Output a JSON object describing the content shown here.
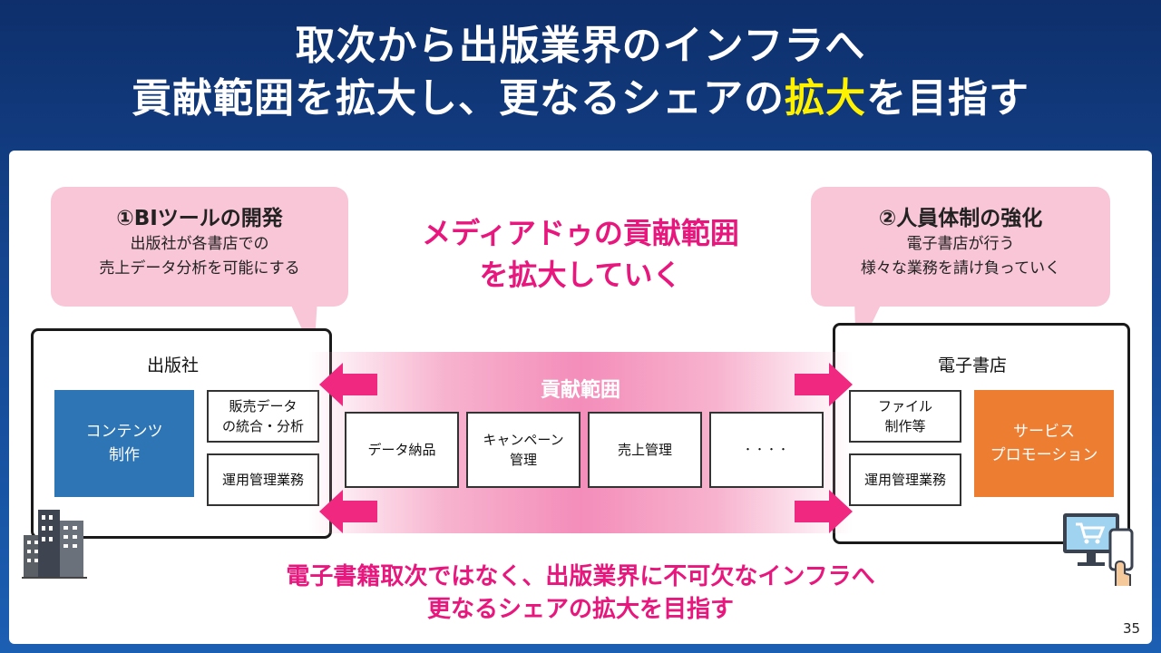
{
  "title": {
    "line1": "取次から出版業界のインフラへ",
    "line2_pre": "貢献範囲を拡大し、更なるシェアの",
    "line2_highlight": "拡大",
    "line2_post": "を目指す"
  },
  "bubble_left": {
    "heading": "①BIツールの開発",
    "line1": "出版社が各書店での",
    "line2": "売上データ分析を可能にする"
  },
  "bubble_right": {
    "heading": "②人員体制の強化",
    "line1": "電子書店が行う",
    "line2": "様々な業務を請け負っていく"
  },
  "center_head": {
    "line1": "メディアドゥの貢献範囲",
    "line2": "を拡大していく"
  },
  "publisher": {
    "label": "出版社",
    "main_line1": "コンテンツ",
    "main_line2": "制作",
    "box1_line1": "販売データ",
    "box1_line2": "の統合・分析",
    "box2": "運用管理業務"
  },
  "store": {
    "label": "電子書店",
    "main_line1": "サービス",
    "main_line2": "プロモーション",
    "box1_line1": "ファイル",
    "box1_line2": "制作等",
    "box2": "運用管理業務"
  },
  "contribution": {
    "label": "貢献範囲",
    "items": [
      "データ納品",
      "キャンペーン\n管理",
      "売上管理",
      "・・・・"
    ]
  },
  "bottom": {
    "line1": "電子書籍取次ではなく、出版業界に不可欠なインフラへ",
    "line2": "更なるシェアの拡大を目指す"
  },
  "page_number": "35",
  "colors": {
    "accent_pink": "#e8177d",
    "highlight_yellow": "#fff200",
    "bubble_pink": "#f8c6d6",
    "blue_box": "#2e75b6",
    "orange_box": "#ed7d31"
  },
  "icons": [
    "building-icon",
    "computer-cart-icon"
  ]
}
